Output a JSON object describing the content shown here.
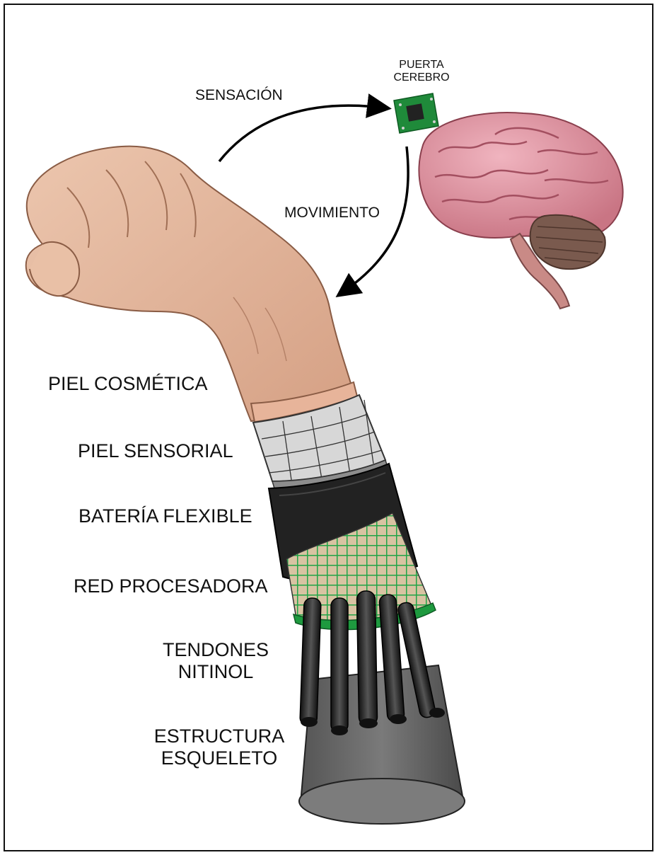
{
  "labels": {
    "brain_gate": [
      "PUERTA",
      "CEREBRO"
    ],
    "sensation": "SENSACIÓN",
    "movement": "MOVIMIENTO",
    "cosmetic_skin": "PIEL COSMÉTICA",
    "sensory_skin": "PIEL SENSORIAL",
    "flexible_battery": "BATERÍA FLEXIBLE",
    "processing_network": "RED PROCESADORA",
    "nitinol_tendons": [
      "TENDONES",
      "NITINOL"
    ],
    "skeleton_structure": [
      "ESTRUCTURA",
      "ESQUELETO"
    ]
  },
  "colors": {
    "skin": "#e3b69a",
    "skin_shadow": "#c48f73",
    "sensory_skin": "#d7d7d7",
    "battery": "#222222",
    "mesh": "#21a447",
    "mesh_bg": "#d8c3a2",
    "tendon": "#2a2a2a",
    "skeleton": "#6b6b6b",
    "brain": "#e29aa7",
    "cerebellum": "#7a5a4e",
    "chip": "#1f8a3a"
  },
  "icons": [
    "fist-illustration",
    "brain-illustration",
    "chip-icon",
    "arrow-icon"
  ]
}
